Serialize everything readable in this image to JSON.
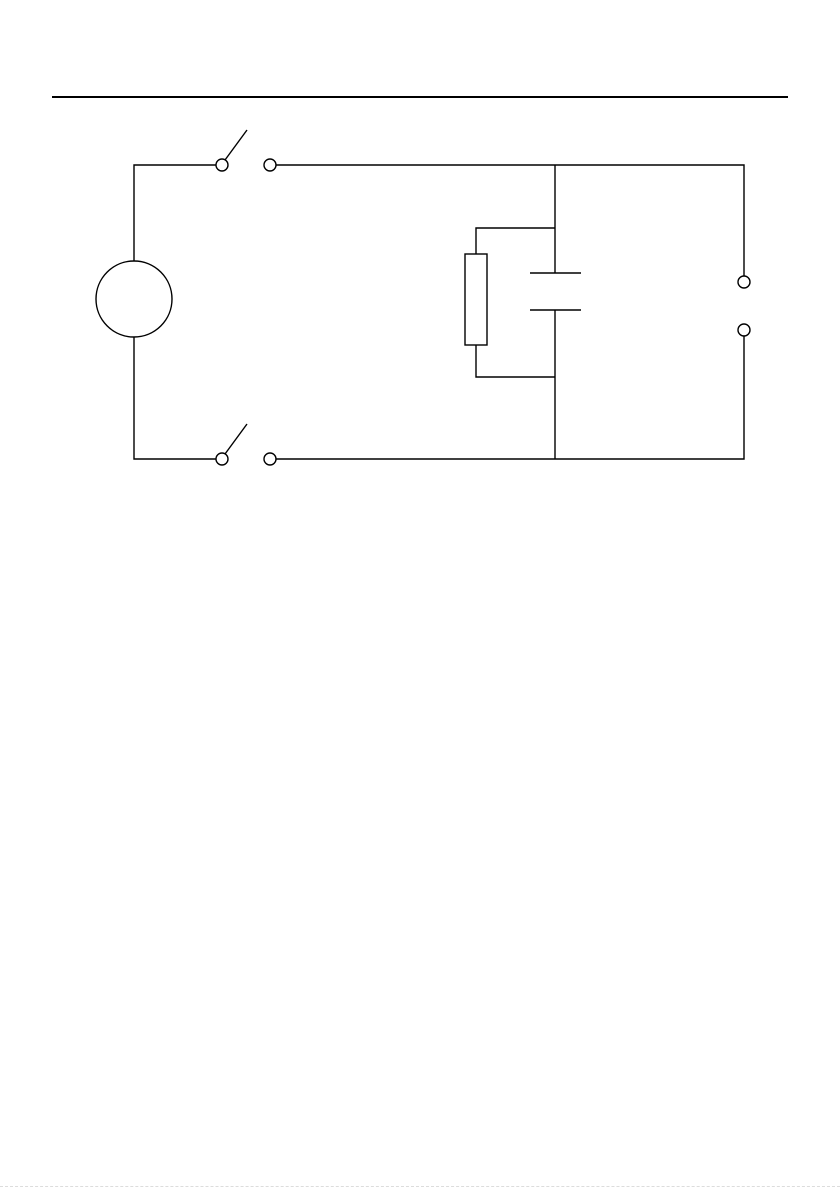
{
  "diagram": {
    "kind": "circuit-schematic",
    "components": [
      {
        "id": "source",
        "type": "ac-source-circle"
      },
      {
        "id": "switch-top",
        "type": "switch",
        "state": "open"
      },
      {
        "id": "switch-bottom",
        "type": "switch",
        "state": "open"
      },
      {
        "id": "resistor",
        "type": "resistor"
      },
      {
        "id": "capacitor",
        "type": "capacitor"
      },
      {
        "id": "output-terminals",
        "type": "terminal-pair"
      }
    ],
    "colors": {
      "line": "#000000",
      "background": "#ffffff",
      "header_rule": "#000000"
    }
  }
}
